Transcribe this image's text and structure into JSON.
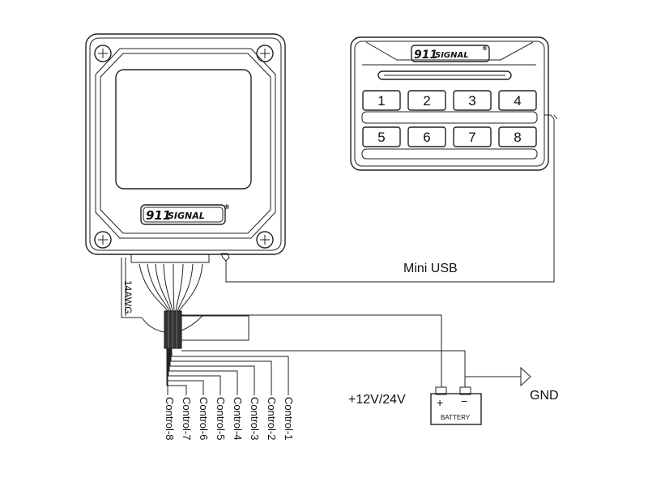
{
  "controller": {
    "logo_number": "911",
    "logo_word": "SIGNAL",
    "logo_mark": "®"
  },
  "keypad": {
    "logo_number": "911",
    "logo_word": "SIGNAL",
    "logo_mark": "®",
    "keys": [
      "1",
      "2",
      "3",
      "4",
      "5",
      "6",
      "7",
      "8"
    ]
  },
  "wiring": {
    "gauge_label": "14AWG",
    "usb_label": "Mini USB",
    "voltage_label": "+12V/24V",
    "ground_label": "GND",
    "battery_label": "BATTERY",
    "battery_plus": "+",
    "battery_minus": "−",
    "control_labels": [
      "Control-8",
      "Control-7",
      "Control-6",
      "Control-5",
      "Control-4",
      "Control-3",
      "Control-2",
      "Control-1"
    ]
  }
}
